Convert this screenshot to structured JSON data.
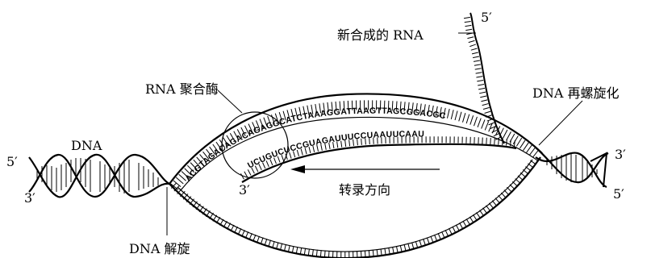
{
  "labels": {
    "new_rna": "新合成的 RNA",
    "rna_polymerase": "RNA 聚合酶",
    "dna_left": "DNA",
    "dna_unwind": "DNA 解旋",
    "dna_rewind": "DNA 再螺旋化",
    "direction": "转录方向",
    "prime_5_rna": "5′",
    "prime_5_left": "5′",
    "prime_3_left": "3′",
    "prime_3_mid": "3′",
    "prime_3_right": "3′",
    "prime_5_right": "5′"
  },
  "sequences": {
    "template_top": "ACGTAGACAGACAGAGGCATCTAAAGGATTAAGTTAGCGGACGC",
    "rna_strand": "UCUGUCUCCGUAGAUUUCCUAAUUCAAU"
  }
}
